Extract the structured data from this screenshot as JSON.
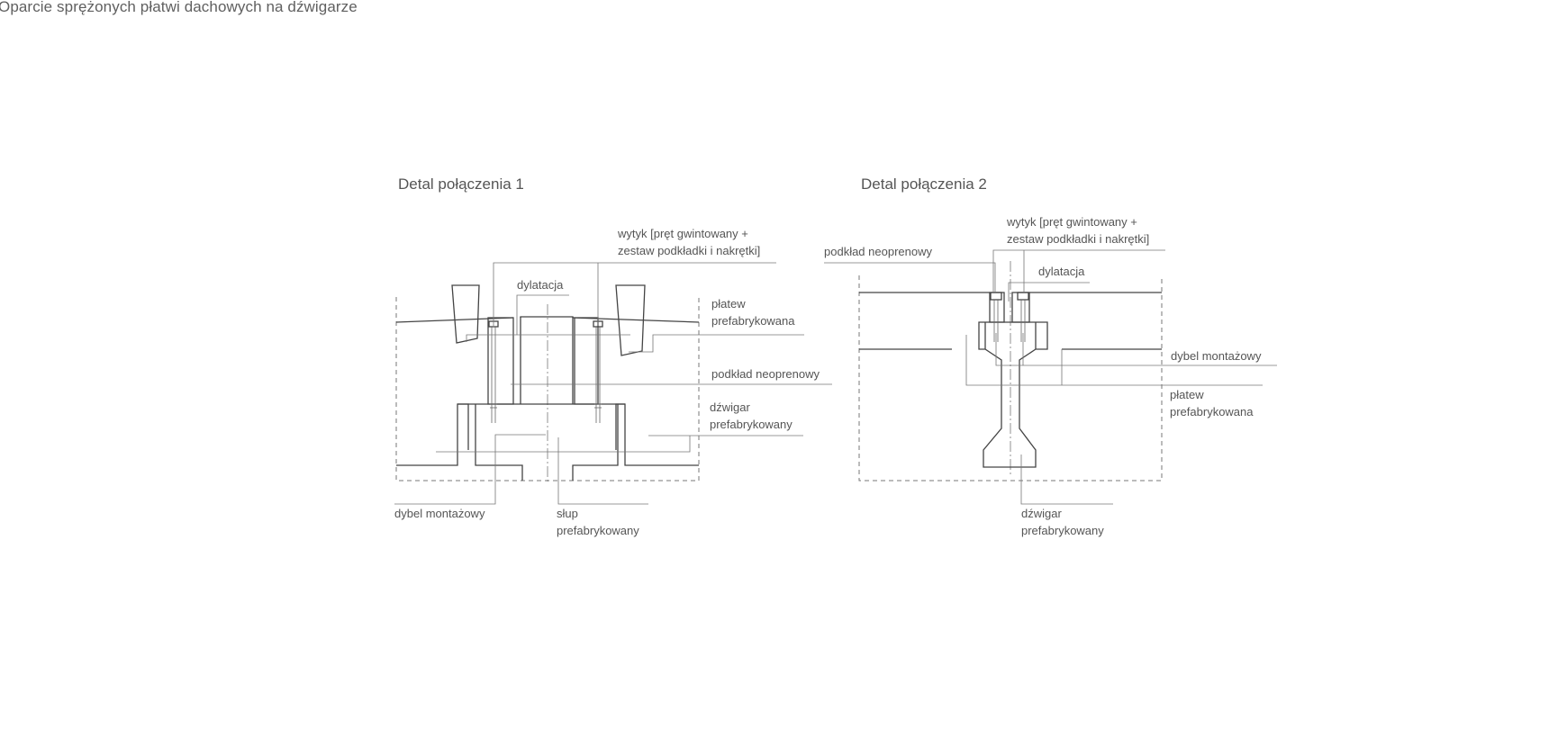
{
  "title": "Oparcie sprężonych płatwi dachowych na dźwigarze",
  "detail1": {
    "heading": "Detal połączenia 1",
    "labels": {
      "wytyk_1": "wytyk [pręt gwintowany +",
      "wytyk_2": "zestaw podkładki i nakrętki]",
      "dylatacja": "dylatacja",
      "platew_1": "płatew",
      "platew_2": "prefabrykowana",
      "podklad": "podkład neoprenowy",
      "dzwigar_1": "dźwigar",
      "dzwigar_2": "prefabrykowany",
      "dybel": "dybel montażowy",
      "slup_1": "słup",
      "slup_2": "prefabrykowany"
    }
  },
  "detail2": {
    "heading": "Detal połączenia 2",
    "labels": {
      "podklad": "podkład neoprenowy",
      "wytyk_1": "wytyk [pręt gwintowany +",
      "wytyk_2": "zestaw podkładki i nakrętki]",
      "dylatacja": "dylatacja",
      "dybel": "dybel montażowy",
      "platew_1": "płatew",
      "platew_2": "prefabrykowana",
      "dzwigar_1": "dźwigar",
      "dzwigar_2": "prefabrykowany"
    }
  }
}
